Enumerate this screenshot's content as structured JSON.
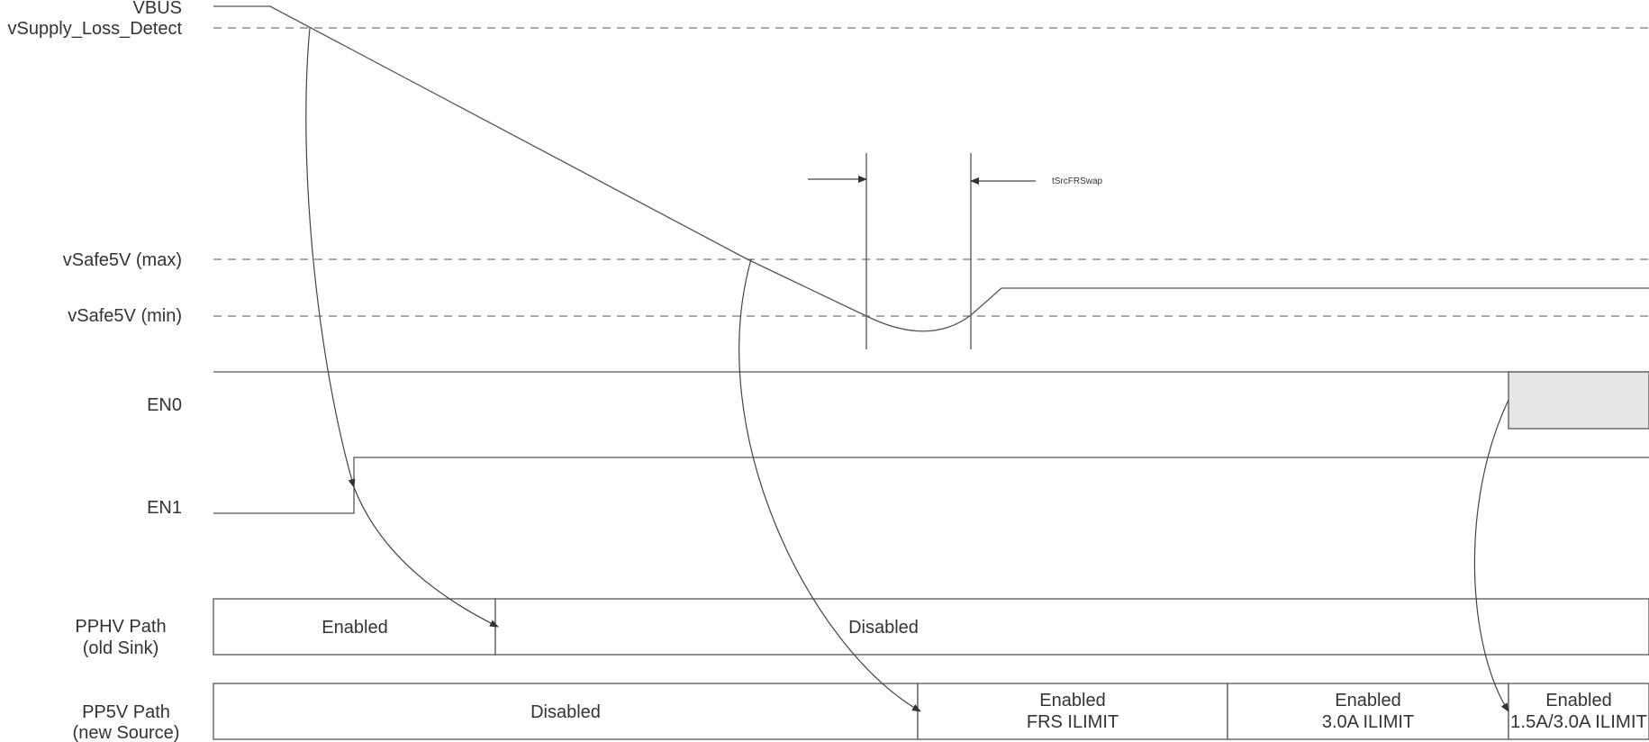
{
  "signals": {
    "vbus": "VBUS",
    "vsupply_loss_detect": "vSupply_Loss_Detect",
    "vsafe5v_max": "vSafe5V (max)",
    "vsafe5v_min": "vSafe5V (min)",
    "en0": "EN0",
    "en1": "EN1",
    "pphv_line1": "PPHV Path",
    "pphv_line2": "(old Sink)",
    "pp5v_line1": "PP5V Path",
    "pp5v_line2": "(new Source)"
  },
  "timing": {
    "tsrcfrswap": "tSrcFRSwap"
  },
  "pphv_path": {
    "segments": [
      {
        "line1": "Enabled"
      },
      {
        "line1": "Disabled"
      }
    ]
  },
  "pp5v_path": {
    "segments": [
      {
        "line1": "Disabled"
      },
      {
        "line1": "Enabled",
        "line2": "FRS ILIMIT"
      },
      {
        "line1": "Enabled",
        "line2": "3.0A ILIMIT"
      },
      {
        "line1": "Enabled",
        "line2": "1.5A/3.0A ILIMIT"
      }
    ]
  },
  "colors": {
    "line": "#555555",
    "text": "#333333",
    "en0_shade": "#e6e6e6"
  }
}
